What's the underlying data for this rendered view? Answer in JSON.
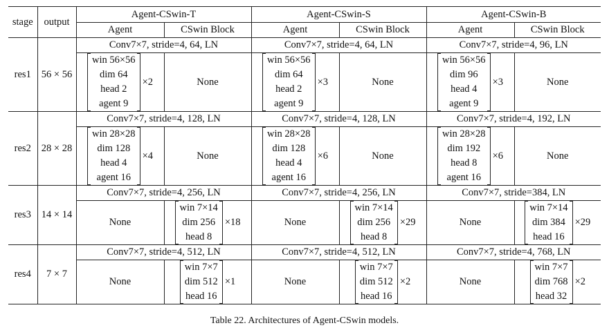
{
  "header": {
    "stage": "stage",
    "output": "output",
    "models": [
      "Agent-CSwin-T",
      "Agent-CSwin-S",
      "Agent-CSwin-B"
    ],
    "sub_agent": "Agent",
    "sub_cswin": "CSwin Block"
  },
  "none_text": "None",
  "rows": [
    {
      "stage": "res1",
      "output": "56 × 56",
      "conv": [
        "Conv7×7, stride=4, 64, LN",
        "Conv7×7, stride=4, 64, LN",
        "Conv7×7, stride=4, 96, LN"
      ],
      "cells": [
        {
          "lines": [
            "win 56×56",
            "dim 64",
            "head 2",
            "agent 9"
          ],
          "mult": "×2"
        },
        {
          "lines": [
            "win 56×56",
            "dim 64",
            "head 2",
            "agent 9"
          ],
          "mult": "×3"
        },
        {
          "lines": [
            "win 56×56",
            "dim 96",
            "head 4",
            "agent 9"
          ],
          "mult": "×3"
        }
      ]
    },
    {
      "stage": "res2",
      "output": "28 × 28",
      "conv": [
        "Conv7×7, stride=4, 128, LN",
        "Conv7×7, stride=4, 128, LN",
        "Conv7×7, stride=4, 192, LN"
      ],
      "cells": [
        {
          "lines": [
            "win 28×28",
            "dim 128",
            "head 4",
            "agent 16"
          ],
          "mult": "×4"
        },
        {
          "lines": [
            "win 28×28",
            "dim 128",
            "head 4",
            "agent 16"
          ],
          "mult": "×6"
        },
        {
          "lines": [
            "win 28×28",
            "dim 192",
            "head 8",
            "agent 16"
          ],
          "mult": "×6"
        }
      ]
    },
    {
      "stage": "res3",
      "output": "14 × 14",
      "conv": [
        "Conv7×7, stride=4, 256, LN",
        "Conv7×7, stride=4, 256, LN",
        "Conv7×7, stride=384, LN"
      ],
      "cells": [
        {
          "lines": [
            "win 7×14",
            "dim 256",
            "head 8"
          ],
          "mult": "×18"
        },
        {
          "lines": [
            "win 7×14",
            "dim 256",
            "head 8"
          ],
          "mult": "×29"
        },
        {
          "lines": [
            "win 7×14",
            "dim 384",
            "head 16"
          ],
          "mult": "×29"
        }
      ]
    },
    {
      "stage": "res4",
      "output": "7 × 7",
      "conv": [
        "Conv7×7, stride=4, 512, LN",
        "Conv7×7, stride=4, 512, LN",
        "Conv7×7, stride=4, 768, LN"
      ],
      "cells": [
        {
          "lines": [
            "win 7×7",
            "dim 512",
            "head 16"
          ],
          "mult": "×1"
        },
        {
          "lines": [
            "win 7×7",
            "dim 512",
            "head 16"
          ],
          "mult": "×2"
        },
        {
          "lines": [
            "win 7×7",
            "dim 768",
            "head 32"
          ],
          "mult": "×2"
        }
      ]
    }
  ],
  "caption": "Table 22. Architectures of Agent-CSwin models."
}
